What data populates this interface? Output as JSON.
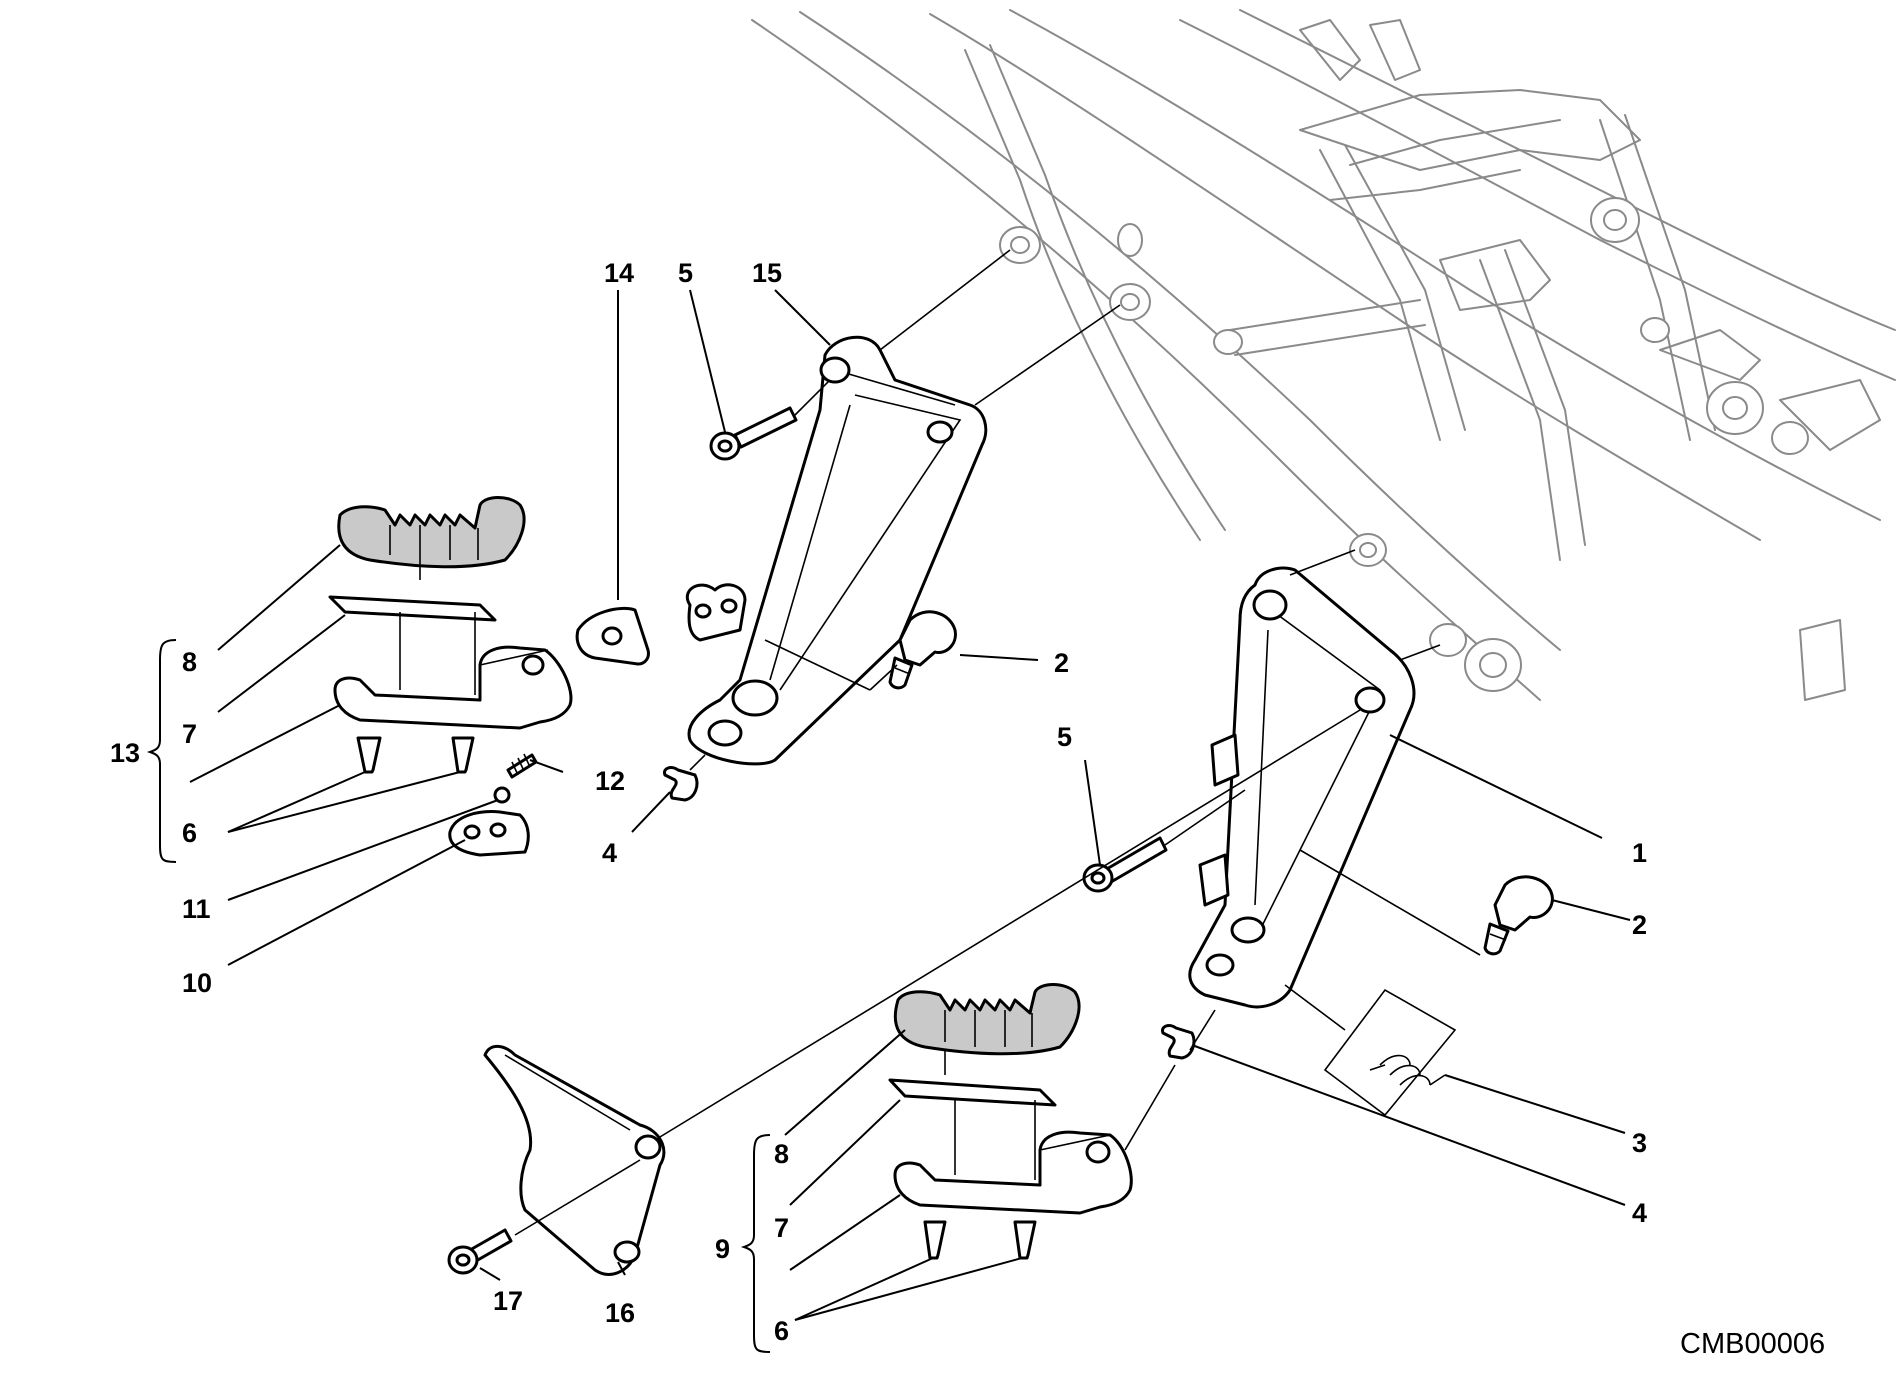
{
  "diagram": {
    "drawing_code": "CMB00006",
    "callouts": {
      "n1": "1",
      "n2a": "2",
      "n2b": "2",
      "n3": "3",
      "n4a": "4",
      "n4b": "4",
      "n5a": "5",
      "n5b": "5",
      "n6a": "6",
      "n6b": "6",
      "n7a": "7",
      "n7b": "7",
      "n8a": "8",
      "n8b": "8",
      "n9": "9",
      "n10": "10",
      "n11": "11",
      "n12": "12",
      "n13": "13",
      "n14": "14",
      "n15": "15",
      "n16": "16",
      "n17": "17"
    }
  }
}
